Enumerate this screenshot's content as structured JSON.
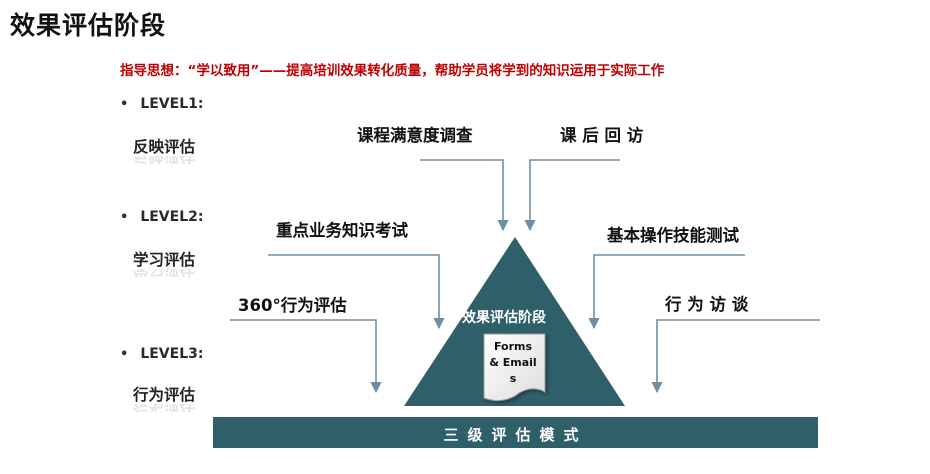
{
  "title": "效果评估阶段",
  "guideline": "指导思想：“学以致用”——提高培训效果转化质量，帮助学员将学到的知识运用于实际工作",
  "levels": [
    {
      "level": "LEVEL1:",
      "name": "反映评估"
    },
    {
      "level": "LEVEL2:",
      "name": "学习评估"
    },
    {
      "level": "LEVEL3:",
      "name": "行为评估"
    }
  ],
  "methods": {
    "course_survey": "课程满意度调查",
    "followup_visit": "课 后 回 访",
    "knowledge_exam": "重点业务知识考试",
    "skill_test": "基本操作技能测试",
    "eval_360": "360°行为评估",
    "behavior_interview": "行 为 访 谈"
  },
  "pyramid_label": "效果评估阶段",
  "document_label": "Forms & Emails",
  "base_band": "三级评估模式",
  "colors": {
    "pyramid": "#2f5f69",
    "band": "#2f5f69",
    "guideline": "#c00000",
    "arrow": "#6f8fa4"
  }
}
